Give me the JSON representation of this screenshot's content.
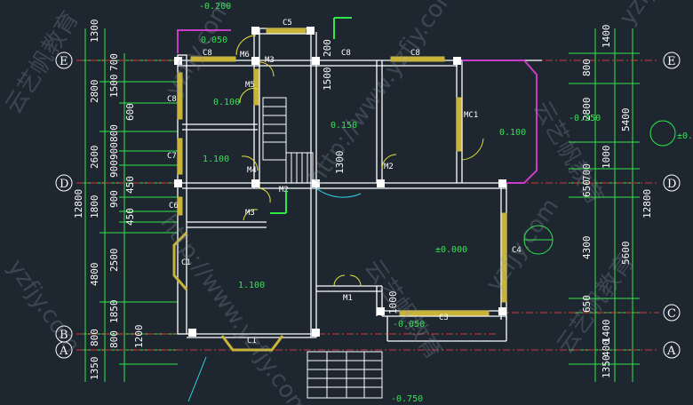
{
  "levels": [
    {
      "id": "l-top",
      "text": "-0.200"
    },
    {
      "id": "l-1",
      "text": "0.050"
    },
    {
      "id": "l-2",
      "text": "0.100"
    },
    {
      "id": "l-3",
      "text": "0.150"
    },
    {
      "id": "l-4",
      "text": "0.100"
    },
    {
      "id": "l-5",
      "text": "1.100"
    },
    {
      "id": "l-6",
      "text": "1.100"
    },
    {
      "id": "l-7",
      "text": "-0.250"
    },
    {
      "id": "l-8",
      "text": "±0.000"
    },
    {
      "id": "l-9",
      "text": "-0.050"
    },
    {
      "id": "l-10",
      "text": "-0.750"
    },
    {
      "id": "l-edge",
      "text": "±0."
    }
  ],
  "openings": [
    "C5",
    "C8",
    "M6",
    "M3",
    "C8",
    "C8",
    "M5",
    "C8",
    "MC1",
    "C7",
    "M4",
    "M2",
    "M2",
    "C6",
    "M3",
    "C1",
    "C4",
    "M1",
    "C3",
    "C1"
  ],
  "axes": {
    "E": "E",
    "D": "D",
    "C": "C",
    "B": "B",
    "A": "A"
  },
  "left_dims": [
    "1300",
    "700",
    "1500",
    "600",
    "800",
    "900",
    "900",
    "450",
    "900",
    "450",
    "2500",
    "1850",
    "800",
    "1200",
    "2800",
    "2600",
    "1800",
    "4800",
    "800",
    "1350",
    "12800"
  ],
  "right_dims": [
    "1400",
    "800",
    "2800",
    "1000",
    "700",
    "650",
    "4300",
    "650",
    "1400",
    "1350",
    "400",
    "5400",
    "5600",
    "12800"
  ],
  "mid_dims": [
    "200",
    "1500",
    "1300",
    "1000"
  ],
  "watermarks": [
    "http://www.yzfjy.com",
    "云艺帆教育",
    "yzfjy.com",
    "云艺帆教育",
    "http://www.yzfjy.com",
    "云艺帆教育",
    "yzfjy.com",
    "yzfjy.com",
    "云艺帆教育",
    "yzfjy"
  ]
}
